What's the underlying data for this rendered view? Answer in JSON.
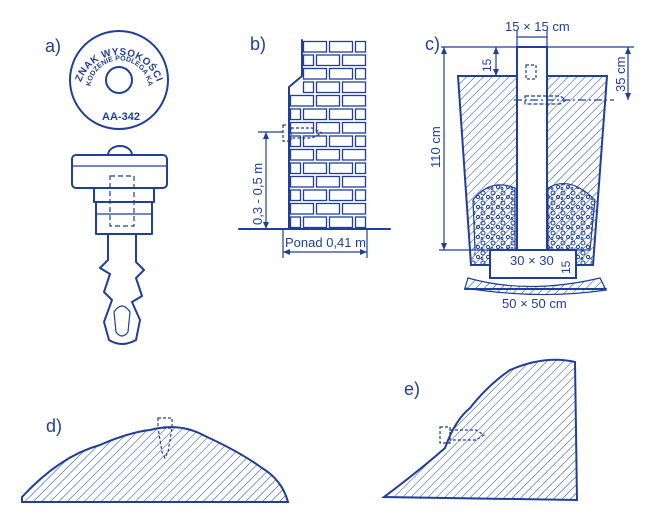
{
  "colors": {
    "ink": "#1f3f9a",
    "paper": "#ffffff"
  },
  "panels": {
    "a": {
      "label": "a)",
      "disc_text": [
        "ZNAK WYSOKOŚCI",
        "USZKODZENIE PODLEGA KARZE",
        "AA-342"
      ]
    },
    "b": {
      "label": "b)",
      "height_range": "0,3 - 0,5 m",
      "distance": "Ponad 0,41 m"
    },
    "c": {
      "label": "c)",
      "top_size": "15 × 15 cm",
      "depth_top": "15",
      "depth_mark": "35 cm",
      "height": "110 cm",
      "base_block": "30 × 30",
      "base_block_h": "15",
      "footing": "50 × 50 cm"
    },
    "d": {
      "label": "d)"
    },
    "e": {
      "label": "e)"
    }
  }
}
